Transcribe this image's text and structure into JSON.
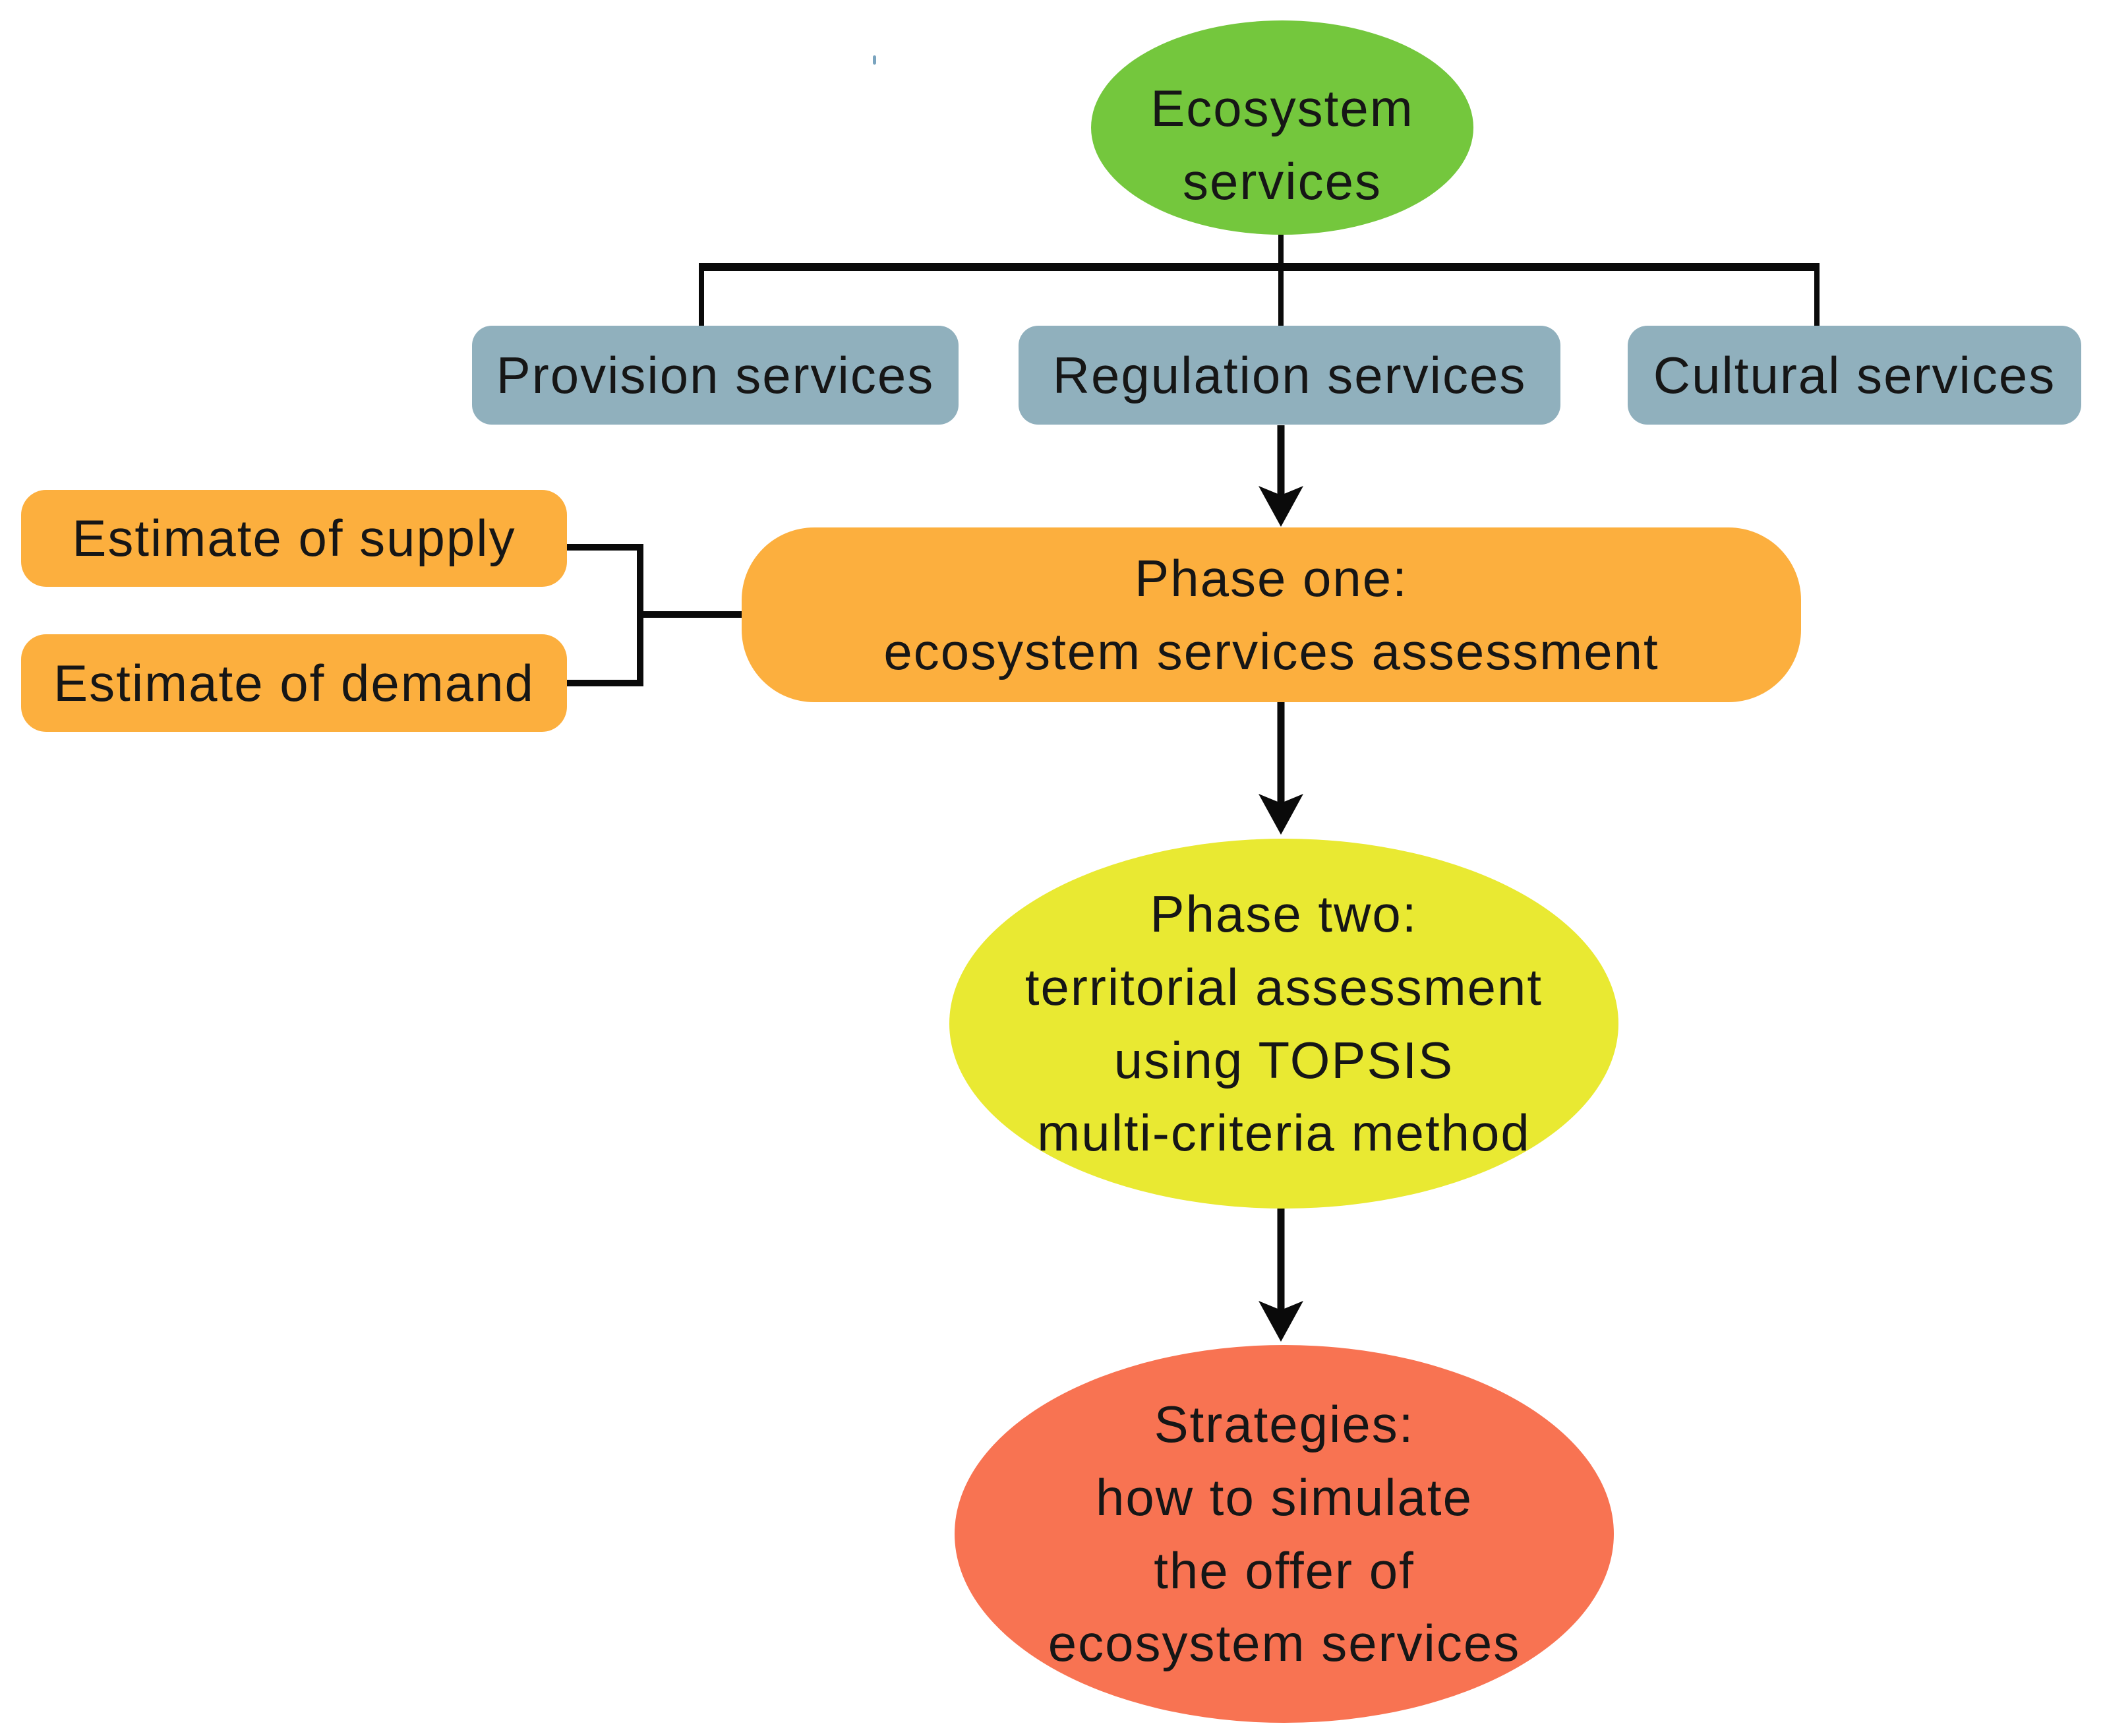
{
  "colors": {
    "background": "#ffffff",
    "line": "#0a0a0a",
    "text": "#161616",
    "root_green": "#74c73d",
    "category_blue": "#90b0bd",
    "accent_orange": "#fcaf3e",
    "phase_two_yellow": "#e9e932",
    "strategies_red": "#f87352",
    "stray_mark_blue": "#7aa4bf"
  },
  "nodes": {
    "root": {
      "lines": [
        "Ecosystem",
        "services"
      ]
    },
    "provision": {
      "label": "Provision services"
    },
    "regulation": {
      "label": "Regulation services"
    },
    "cultural": {
      "label": "Cultural services"
    },
    "supply": {
      "label": "Estimate of supply"
    },
    "demand": {
      "label": "Estimate of demand"
    },
    "phase_one": {
      "lines": [
        "Phase one:",
        "ecosystem services assessment"
      ]
    },
    "phase_two": {
      "lines": [
        "Phase two:",
        "territorial assessment",
        "using TOPSIS",
        "multi-criteria method"
      ]
    },
    "strategies": {
      "lines": [
        "Strategies:",
        "how to simulate",
        "the offer of",
        "ecosystem services"
      ]
    }
  }
}
